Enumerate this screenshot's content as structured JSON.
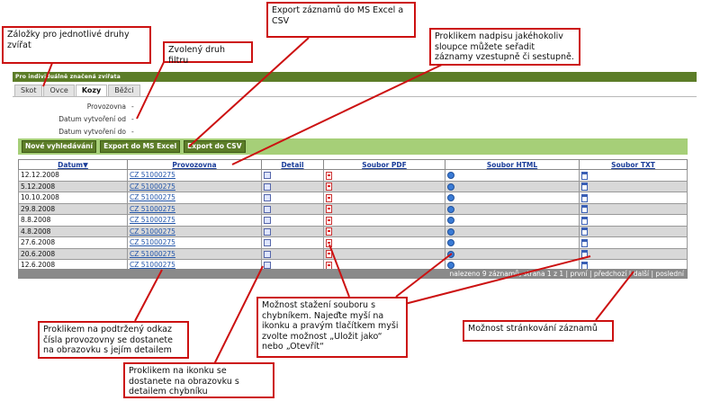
{
  "section_title": "Pro individuálně značená zvířata",
  "tabs": [
    {
      "label": "Skot"
    },
    {
      "label": "Ovce"
    },
    {
      "label": "Kozy"
    },
    {
      "label": "Běžci"
    }
  ],
  "filters": [
    {
      "label": "Provozovna",
      "value": "-"
    },
    {
      "label": "Datum vytvoření od",
      "value": "-"
    },
    {
      "label": "Datum vytvoření do",
      "value": "-"
    }
  ],
  "buttons": {
    "new_search": "Nové vyhledávání",
    "export_excel": "Export do MS Excel",
    "export_csv": "Export do CSV"
  },
  "table": {
    "headers": [
      "Datum▼",
      "Provozovna",
      "Detail",
      "Soubor PDF",
      "Soubor HTML",
      "Soubor TXT"
    ],
    "rows": [
      {
        "date": "12.12.2008",
        "provozovna": "CZ 51000275"
      },
      {
        "date": "5.12.2008",
        "provozovna": "CZ 51000275"
      },
      {
        "date": "10.10.2008",
        "provozovna": "CZ 51000275"
      },
      {
        "date": "29.8.2008",
        "provozovna": "CZ 51000275"
      },
      {
        "date": "8.8.2008",
        "provozovna": "CZ 51000275"
      },
      {
        "date": "4.8.2008",
        "provozovna": "CZ 51000275"
      },
      {
        "date": "27.6.2008",
        "provozovna": "CZ 51000275"
      },
      {
        "date": "20.6.2008",
        "provozovna": "CZ 51000275"
      },
      {
        "date": "12.6.2008",
        "provozovna": "CZ 51000275"
      }
    ]
  },
  "pager": {
    "text": "nalezeno 9 záznamů, strana 1 z 1 | první | předchozí | další | poslední"
  },
  "callouts": {
    "tabs": "Záložky pro jednotlivé druhy zvířat",
    "filter": "Zvolený druh filtru",
    "export": "Export záznamů do MS Excel a CSV",
    "sort": "Proklikem nadpisu jakéhokoliv sloupce můžete seřadit záznamy vzestupně či sestupně.",
    "download": "Možnost stažení souboru s chybníkem. Najeďte myší na ikonku a pravým tlačítkem myši zvolte možnost „Uložit jako“ nebo „Otevřít“",
    "paging": "Možnost stránkování záznamů",
    "provozovna_link": "Proklikem na podtržený odkaz čísla provozovny se dostanete na obrazovku s jejím detailem",
    "detail_icon": "Proklikem na ikonku se dostanete na obrazovku s detailem chybníku"
  },
  "colors": {
    "strip": "#5c7d28",
    "button_bar": "#a6cf78",
    "callout_border": "#cc1111",
    "row_alt": "#d8d8d8"
  }
}
